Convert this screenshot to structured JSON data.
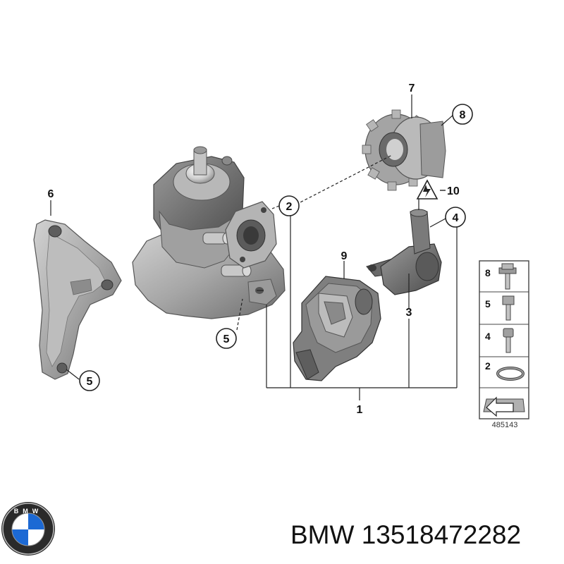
{
  "callouts": {
    "c1": "1",
    "c2": "2",
    "c3": "3",
    "c4": "4",
    "c5a": "5",
    "c5b": "5",
    "c6": "6",
    "c7": "7",
    "c8": "8",
    "c9": "9",
    "c10": "10"
  },
  "legend": {
    "rows": [
      {
        "num": "8",
        "icon": "hex-flange-bolt-icon"
      },
      {
        "num": "5",
        "icon": "hex-bolt-icon"
      },
      {
        "num": "4",
        "icon": "socket-cap-screw-icon"
      },
      {
        "num": "2",
        "icon": "o-ring-icon"
      },
      {
        "num": "",
        "icon": "arrow-plate-icon"
      }
    ],
    "reference": "485143"
  },
  "logo": {
    "letters": "BMW",
    "icon": "bmw-roundel-icon"
  },
  "caption": {
    "brand": "BMW",
    "part_number": "13518472282"
  },
  "colors": {
    "part_gray": "#a9a9a9",
    "part_dark": "#6f6f6f",
    "line": "#222222",
    "blue": "#1c69d4"
  }
}
